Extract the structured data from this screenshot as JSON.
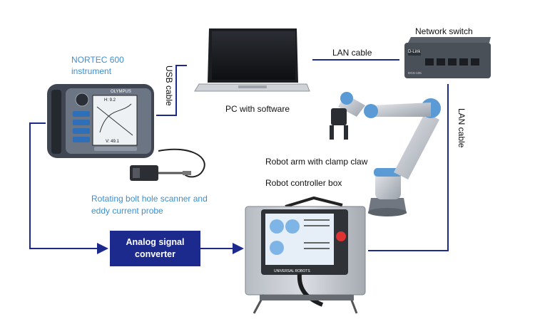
{
  "labels": {
    "nortec_line1": "NORTEC 600",
    "nortec_line2": "instrument",
    "usb_cable": "USB cable",
    "pc_with_software": "PC with software",
    "lan_cable_top": "LAN cable",
    "network_switch": "Network switch",
    "lan_cable_right": "LAN cable",
    "robot_arm": "Robot arm with clamp claw",
    "robot_controller": "Robot controller box",
    "scanner_line1": "Rotating bolt hole scanner and",
    "scanner_line2": "eddy current probe",
    "converter_line1": "Analog signal",
    "converter_line2": "converter"
  },
  "device_text": {
    "olympus_brand": "OLYMPUS",
    "screen_reading_top": "H: 9.2",
    "screen_reading_bottom": "V: 49.1",
    "switch_brand": "D-Link",
    "switch_model": "DGS-105",
    "controller_brand": "UNIVERSAL ROBOTS"
  },
  "colors": {
    "connector_line": "#1b2a8c",
    "converter_fill": "#1b2a8c",
    "blue_label": "#3d8fd1",
    "robot_joint": "#5b9bd5"
  }
}
